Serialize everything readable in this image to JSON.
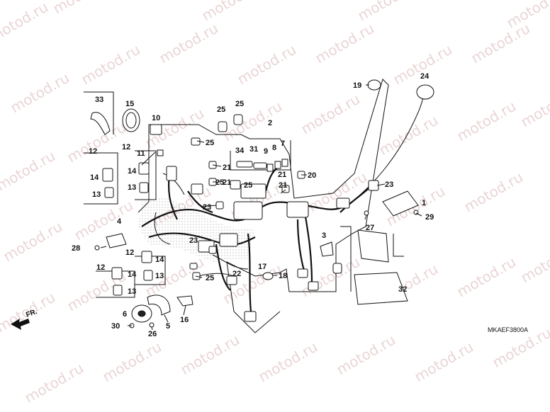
{
  "watermark": "motod.ru",
  "diagram_code": "MKAEF3800A",
  "direction_label": "FR.",
  "callouts": [
    "1",
    "2",
    "3",
    "4",
    "5",
    "6",
    "7",
    "8",
    "9",
    "10",
    "11",
    "12",
    "12",
    "12",
    "12",
    "13",
    "13",
    "13",
    "13",
    "14",
    "14",
    "14",
    "14",
    "15",
    "16",
    "17",
    "18",
    "19",
    "20",
    "21",
    "21",
    "21",
    "21",
    "22",
    "23",
    "23",
    "23",
    "24",
    "25",
    "25",
    "25",
    "25",
    "25",
    "25",
    "26",
    "27",
    "28",
    "29",
    "30",
    "31",
    "32",
    "33",
    "34"
  ]
}
